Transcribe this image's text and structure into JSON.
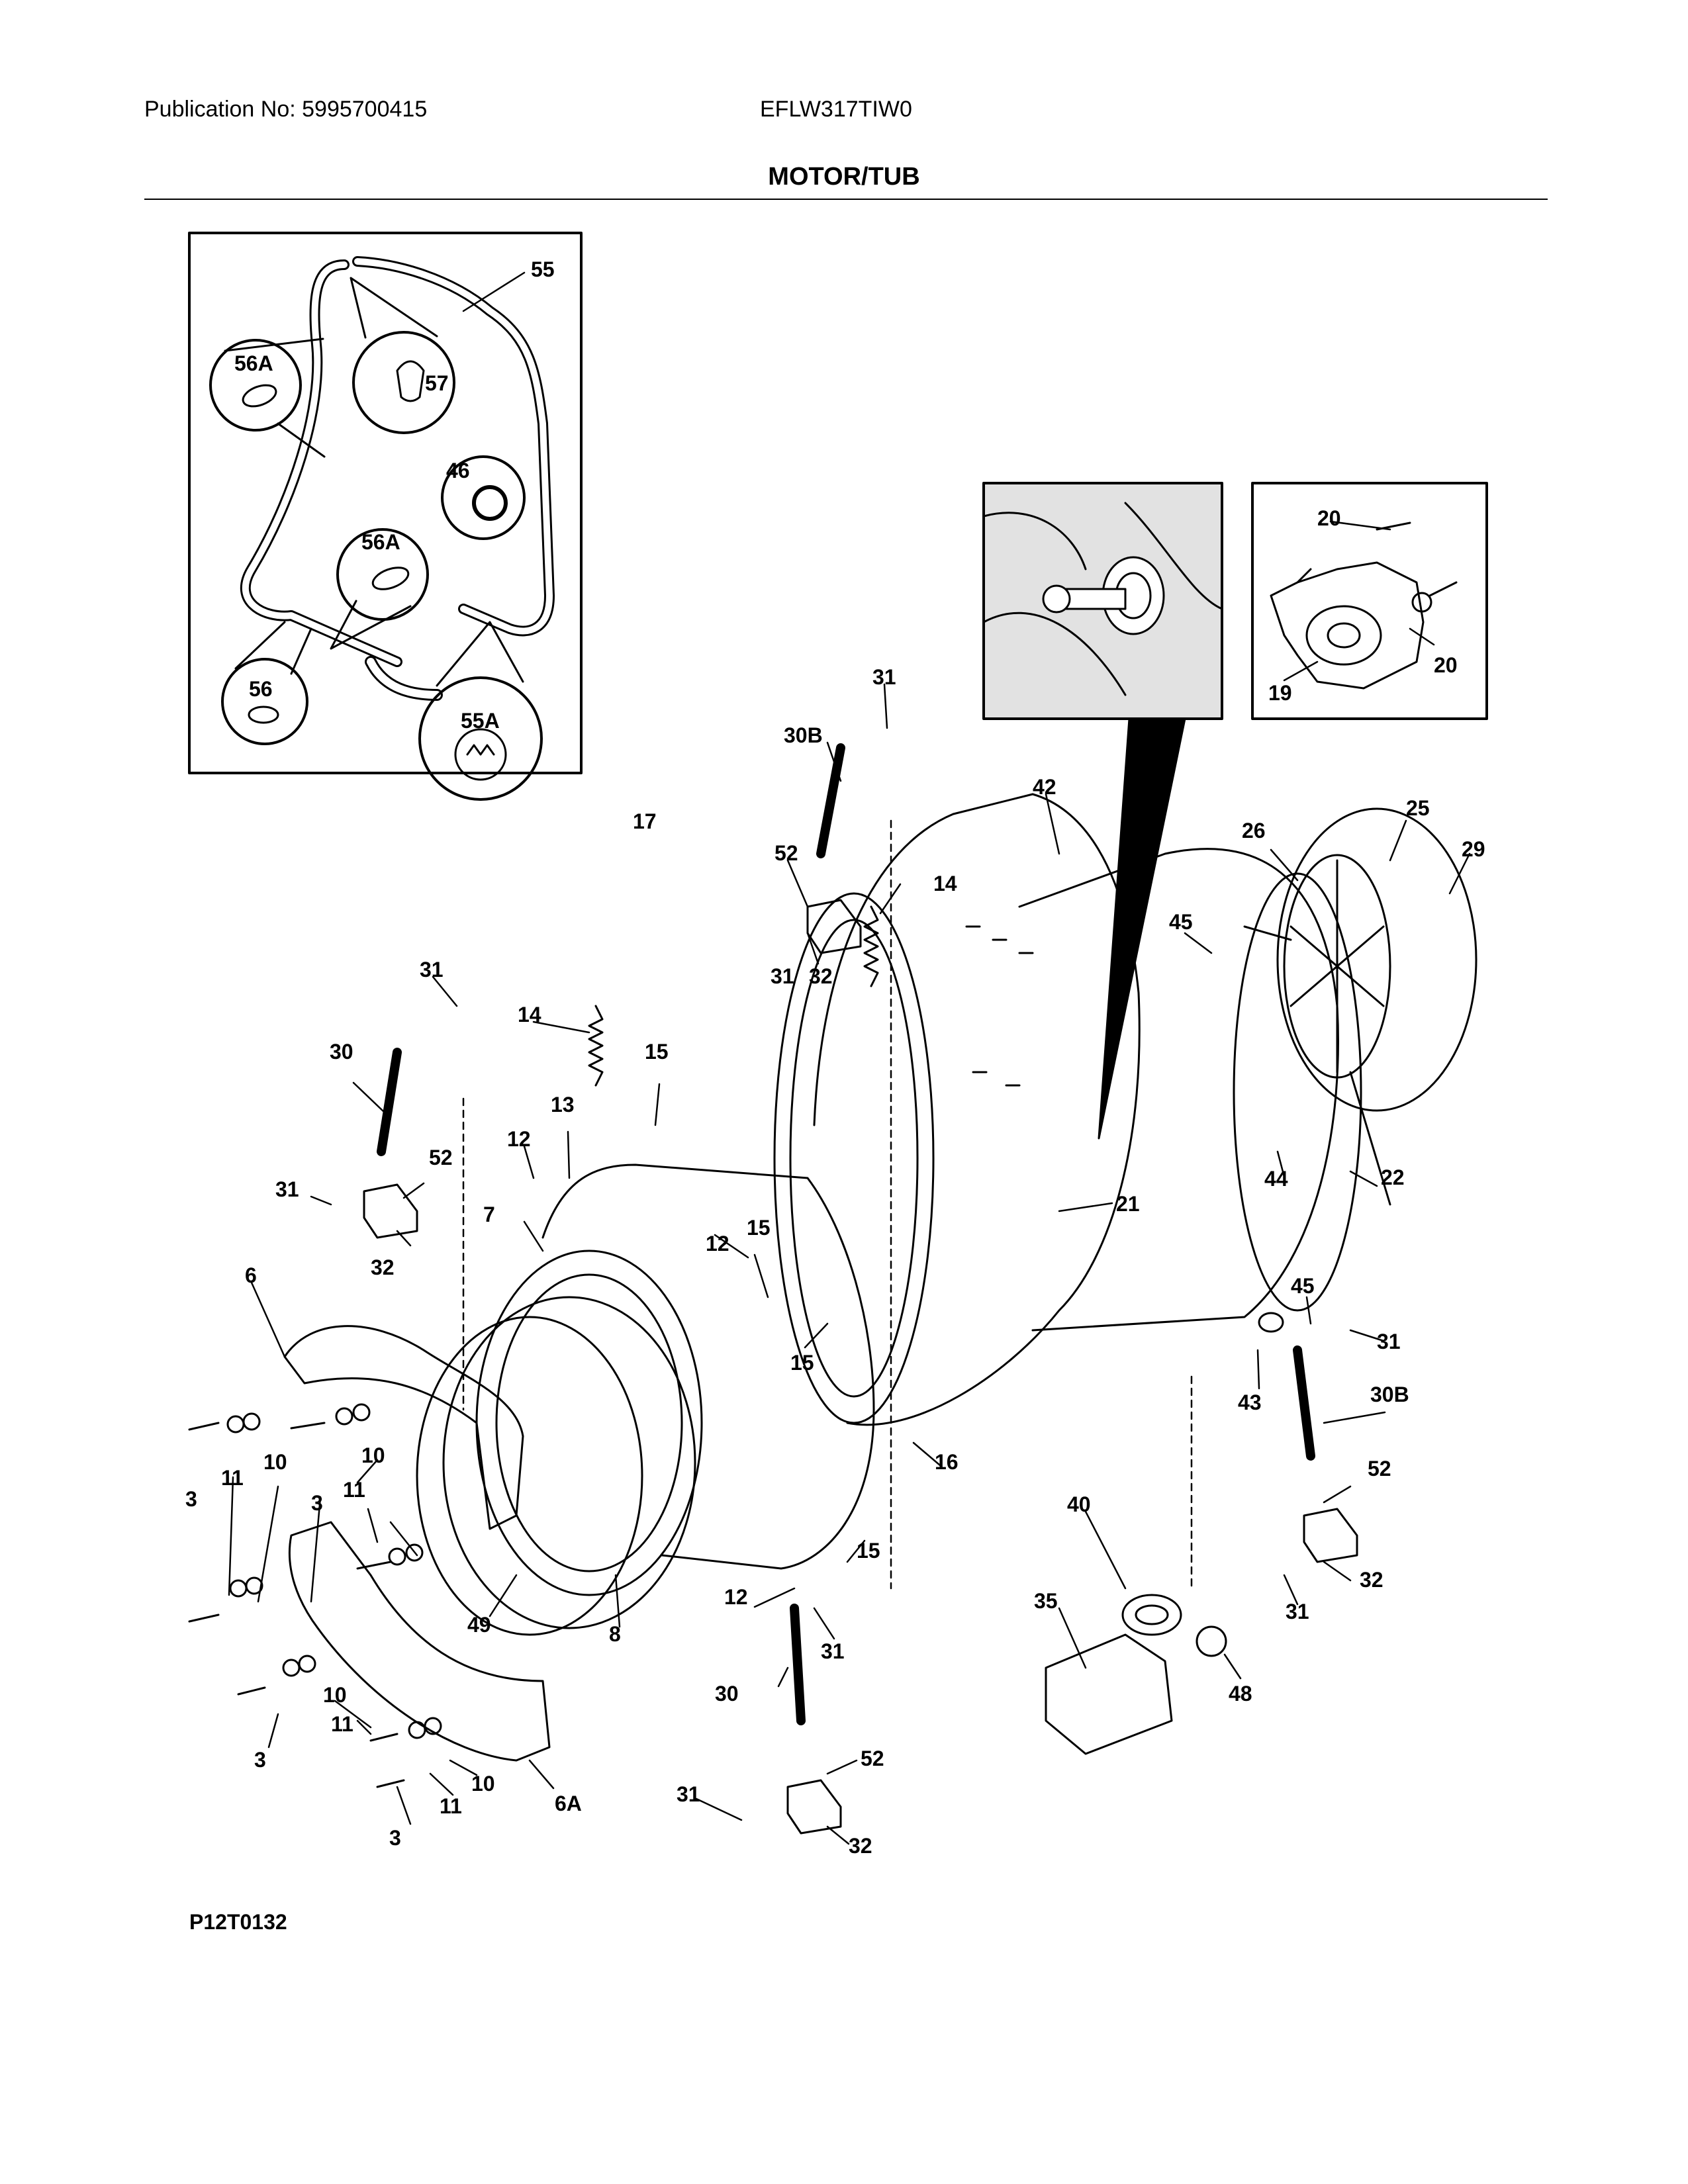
{
  "header": {
    "publication": "Publication No: 5995700415",
    "model": "EFLW317TIW0",
    "title": "MOTOR/TUB"
  },
  "footer": {
    "reference": "P12T0132"
  },
  "labels": {
    "l55": "55",
    "l56a_top": "56A",
    "l57": "57",
    "l46": "46",
    "l56a_mid": "56A",
    "l56": "56",
    "l55a": "55A",
    "l20_top": "20",
    "l20_right": "20",
    "l19": "19",
    "l31_top": "31",
    "l30b_top": "30B",
    "l17": "17",
    "l52_top": "52",
    "l14_right": "14",
    "l31_mid": "31",
    "l32_top": "32",
    "l42": "42",
    "l25": "25",
    "l26": "26",
    "l29": "29",
    "l45_top": "45",
    "l31_left": "31",
    "l30_left": "30",
    "l14_left": "14",
    "l15_top": "15",
    "l13": "13",
    "l12_a": "12",
    "l52_left": "52",
    "l31_left2": "31",
    "l32_left": "32",
    "l7": "7",
    "l12_b": "12",
    "l15_mid": "15",
    "l21": "21",
    "l44": "44",
    "l22": "22",
    "l6": "6",
    "l15_low": "15",
    "l45_low": "45",
    "l31_right": "31",
    "l43": "43",
    "l30b_right": "30B",
    "l16": "16",
    "l11_a": "11",
    "l10_a": "10",
    "l3_a": "3",
    "l10_b": "10",
    "l11_b": "11",
    "l3_b": "3",
    "l52_right": "52",
    "l40": "40",
    "l15_bot": "15",
    "l32_right": "32",
    "l31_right2": "31",
    "l12_c": "12",
    "l49": "49",
    "l8": "8",
    "l31_low": "31",
    "l35": "35",
    "l48": "48",
    "l30_low": "30",
    "l10_c": "10",
    "l3_c": "3",
    "l11_c": "11",
    "l10_d": "10",
    "l52_low": "52",
    "l6a": "6A",
    "l11_d": "11",
    "l3_d": "3",
    "l31_bot": "31",
    "l32_bot": "32"
  }
}
